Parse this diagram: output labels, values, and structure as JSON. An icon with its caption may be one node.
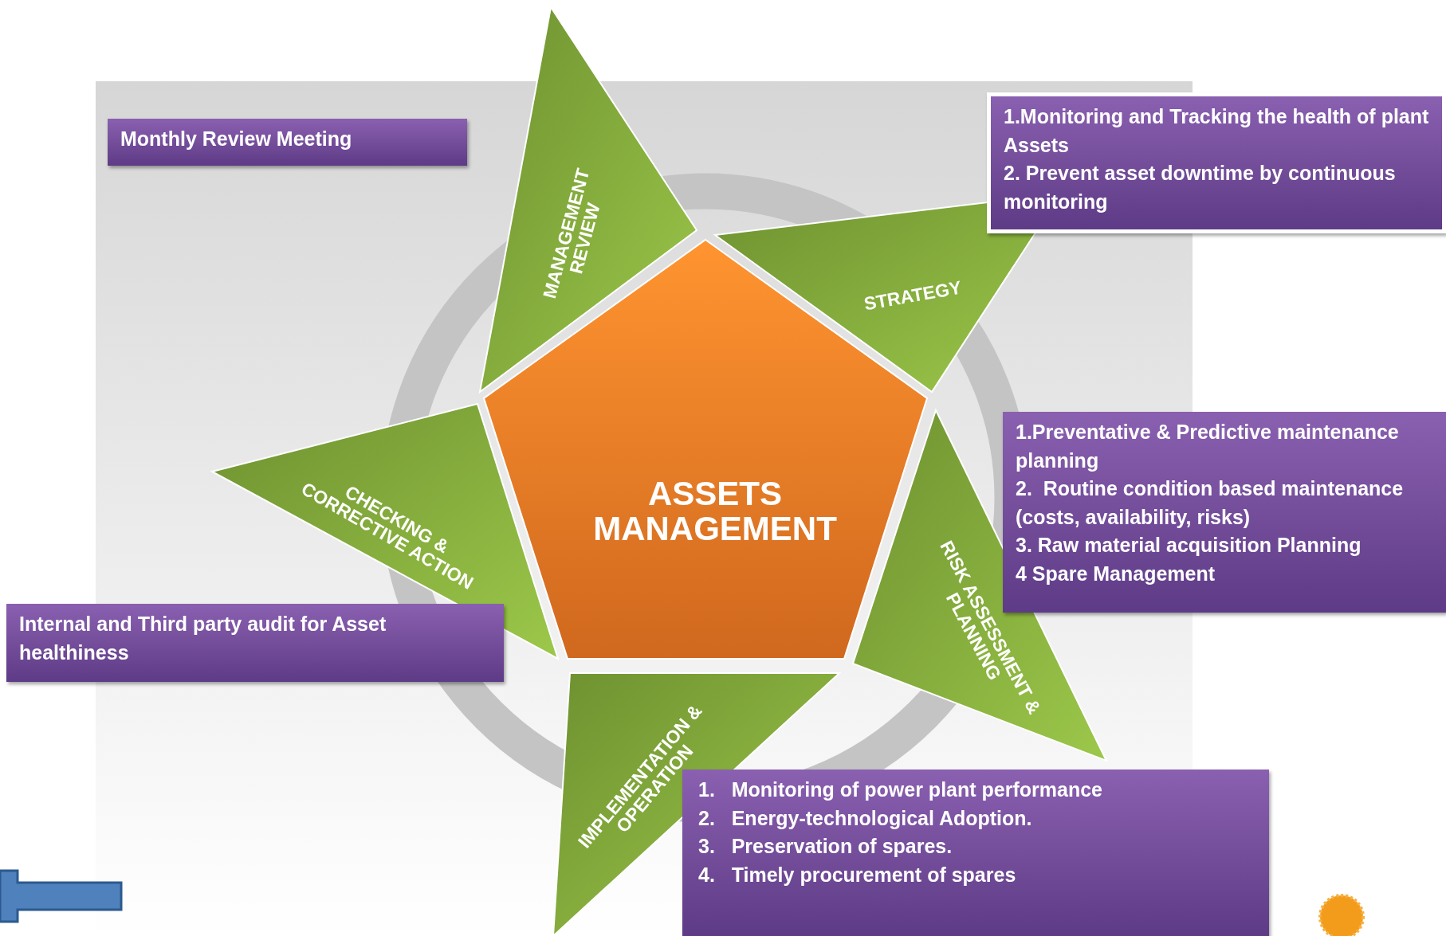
{
  "diagram": {
    "nodes": [
      {
        "text": [
          "ASSETS MANAGEMENT"
        ]
      },
      {
        "text": [
          "MANAGEMENT REVIEW"
        ]
      },
      {
        "text": [
          "STRATEGY"
        ]
      },
      {
        "text": [
          "RISK ASSESSMENT & PLANNING"
        ]
      },
      {
        "text": [
          "IMPLEMENTATION & OPERATION"
        ]
      },
      {
        "text": [
          "CHECKING & CORRECTIVE ACTION"
        ]
      },
      {
        "text": [
          "Monthly Review Meeting"
        ]
      },
      {
        "text": [
          "1.Monitoring and Tracking the health of plant Assets",
          "2. Prevent asset downtime by continuous monitoring"
        ]
      },
      {
        "text": [
          "1.Preventative & Predictive maintenance planning",
          "2.  Routine condition based maintenance (costs, availability, risks)",
          "3. Raw material acquisition Planning",
          "4 Spare Management"
        ]
      },
      {
        "text": [
          "1.   Monitoring of power plant performance",
          "2.   Energy-technological Adoption.",
          "3.   Preservation of spares.",
          "4.   Timely procurement of spares"
        ]
      },
      {
        "text": [
          "Internal and Third party audit for Asset healthiness"
        ]
      }
    ]
  }
}
